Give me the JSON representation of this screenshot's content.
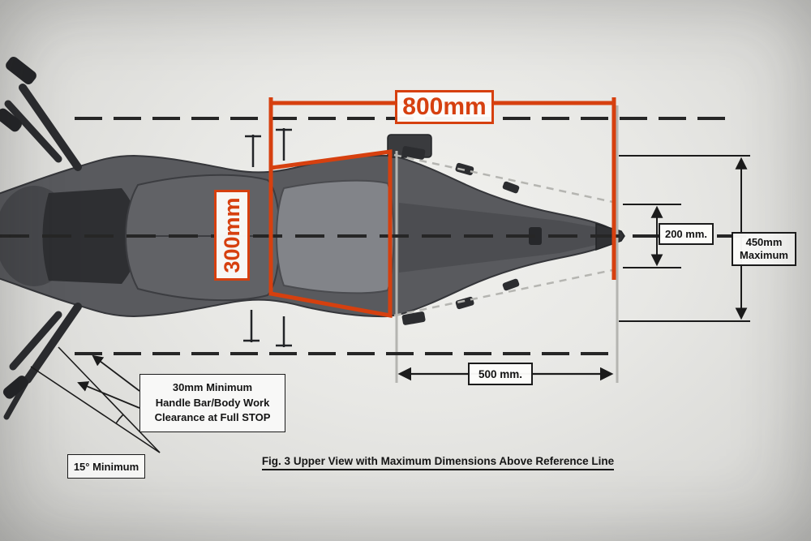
{
  "figure": {
    "caption": "Fig. 3  Upper View with Maximum Dimensions Above Reference Line"
  },
  "dimensions": {
    "d800": "800mm",
    "d300": "300mm",
    "d200": "200 mm.",
    "d450_line1": "450mm",
    "d450_line2": "Maximum",
    "d500": "500 mm.",
    "clearance_line1": "30mm Minimum",
    "clearance_line2": "Handle Bar/Body Work",
    "clearance_line3": "Clearance at Full STOP",
    "angle": "15° Minimum"
  },
  "colors": {
    "annotation_red": "#d6400f",
    "line_black": "#1b1b1b",
    "construction_gray": "#b5b5b1"
  }
}
